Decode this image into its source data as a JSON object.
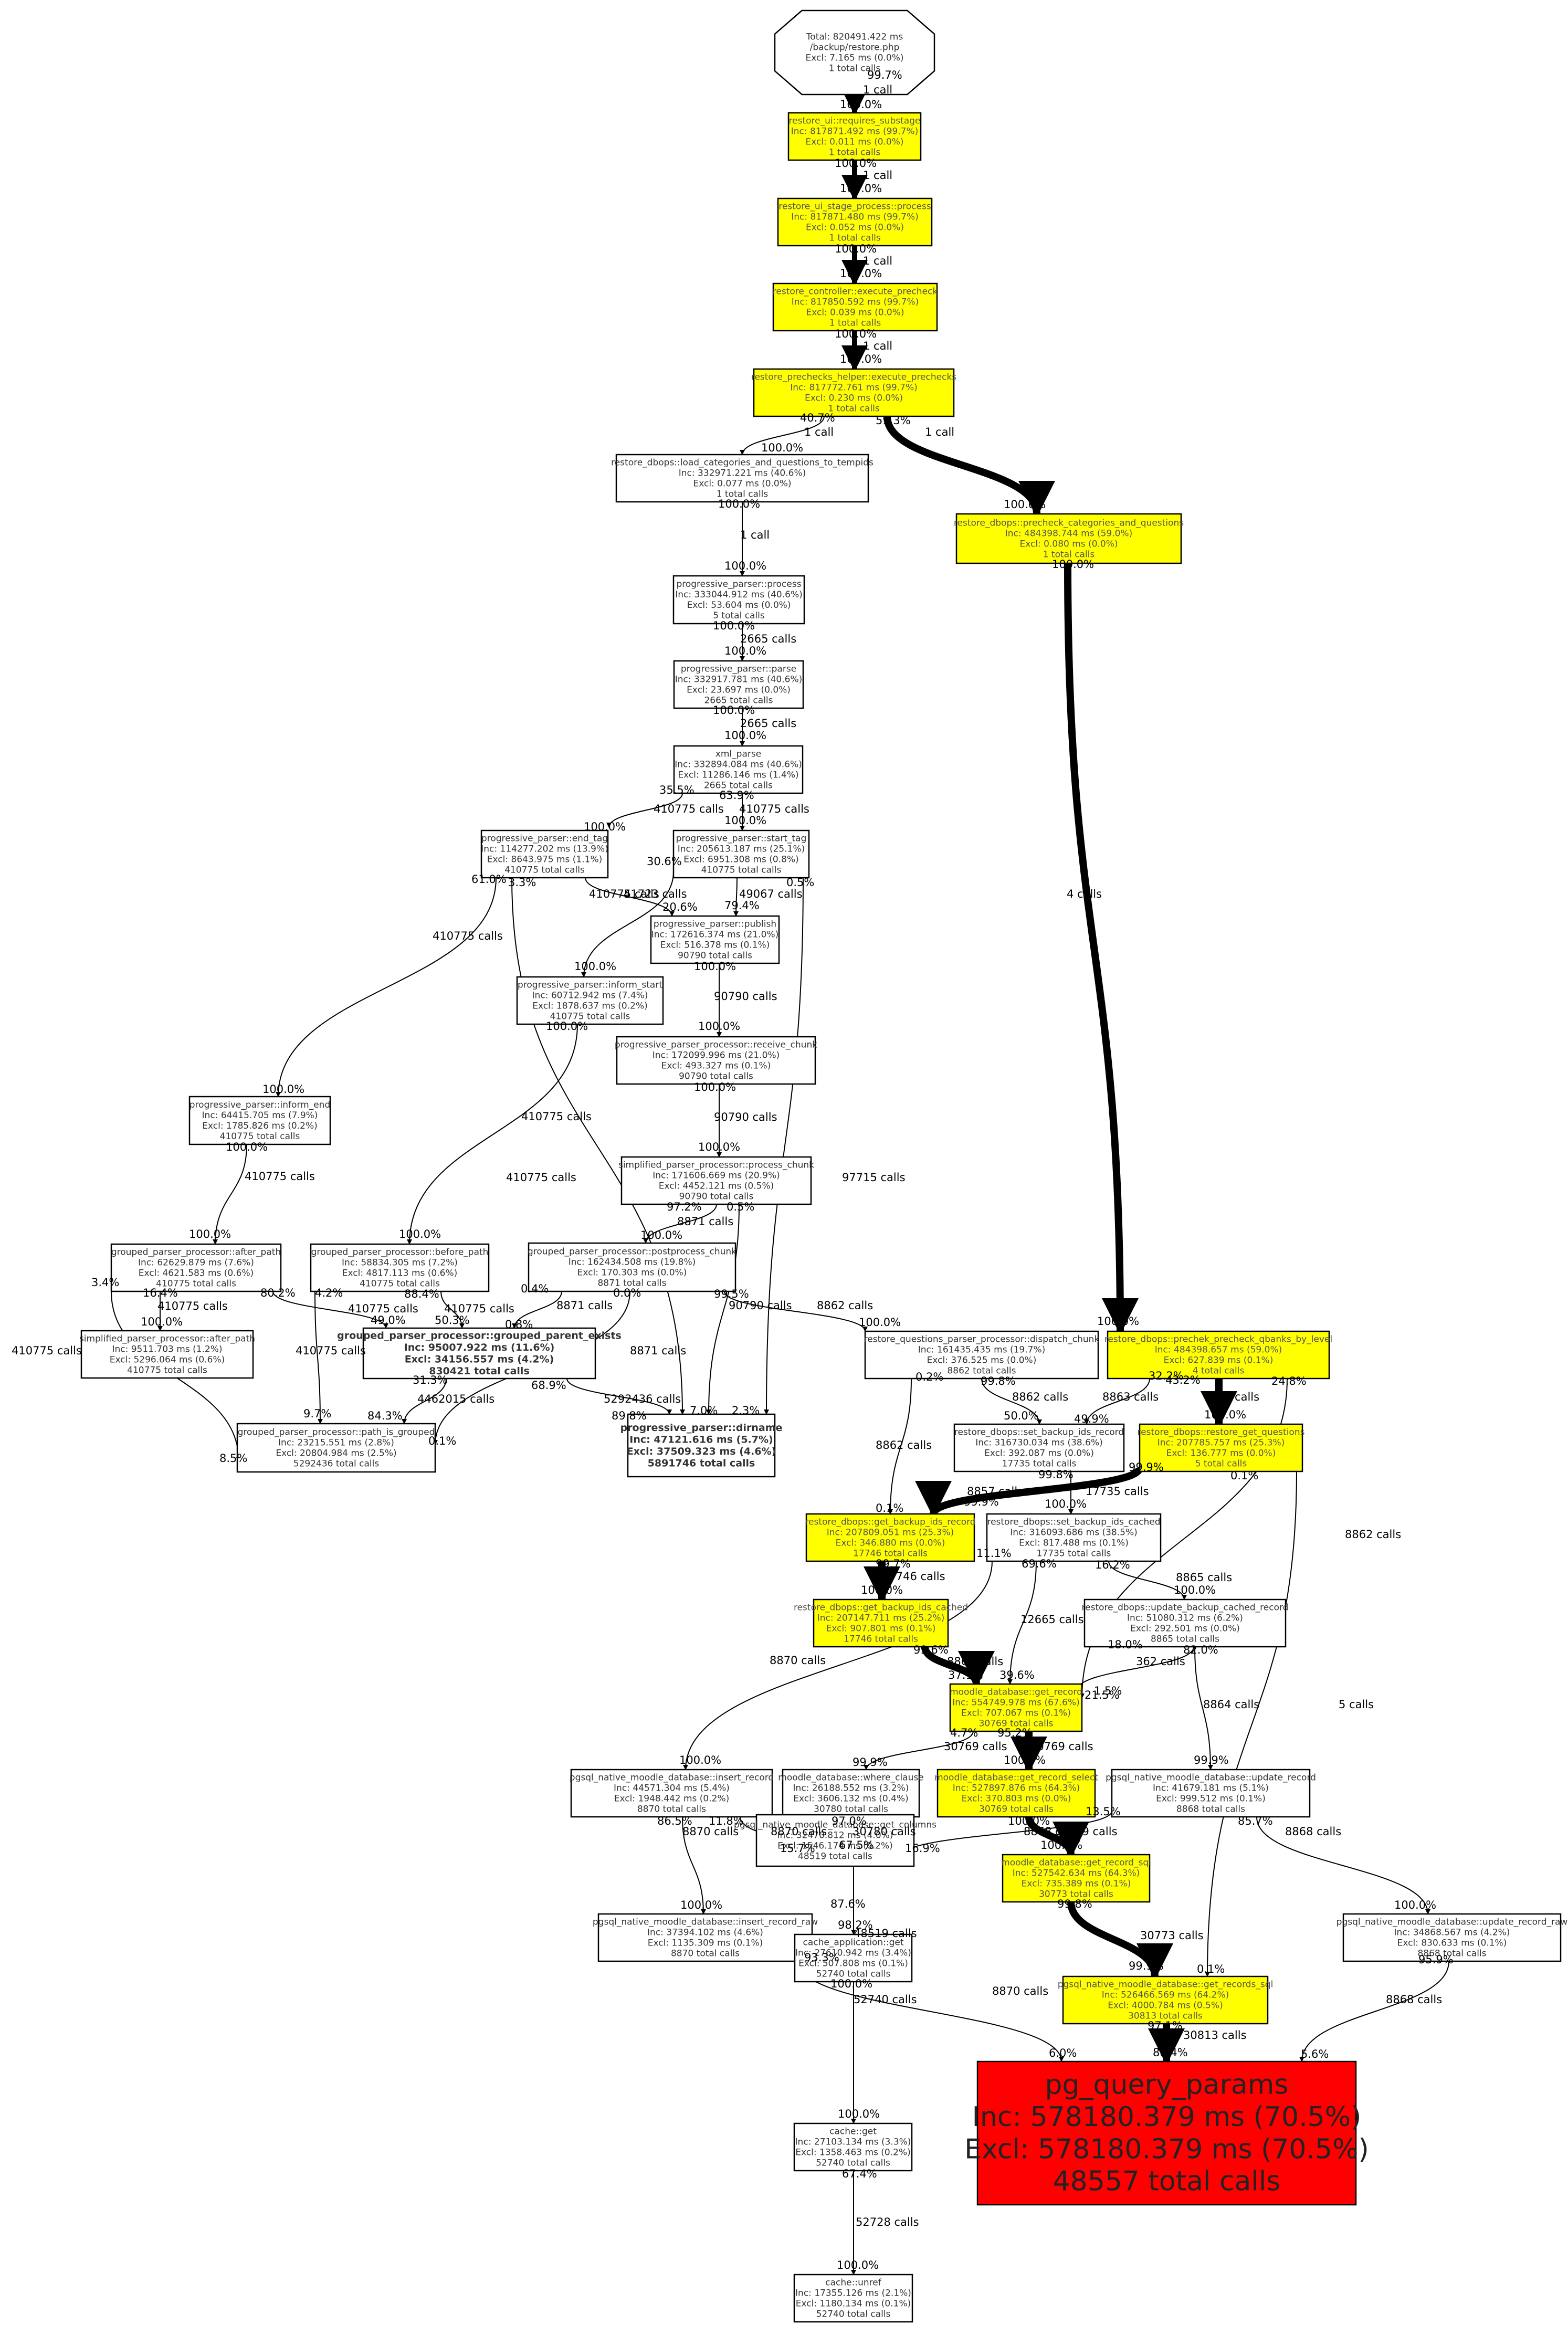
{
  "colors": {
    "hot": "#ffff00",
    "critical": "#ff0000",
    "plain": "#ffffff",
    "line": "#000000"
  },
  "nodes": [
    {
      "id": "root",
      "lines": [
        "Total: 820491.422 ms",
        "/backup/restore.php",
        "Excl: 7.165 ms (0.0%)",
        "1 total calls"
      ]
    },
    {
      "id": "n01",
      "lines": [
        "restore_ui::requires_substage",
        "Inc: 817871.492 ms (99.7%)",
        "Excl: 0.011 ms (0.0%)",
        "1 total calls"
      ]
    },
    {
      "id": "n02",
      "lines": [
        "restore_ui_stage_process::process",
        "Inc: 817871.480 ms (99.7%)",
        "Excl: 0.052 ms (0.0%)",
        "1 total calls"
      ]
    },
    {
      "id": "n03",
      "lines": [
        "restore_controller::execute_precheck",
        "Inc: 817850.592 ms (99.7%)",
        "Excl: 0.039 ms (0.0%)",
        "1 total calls"
      ]
    },
    {
      "id": "n04",
      "lines": [
        "restore_prechecks_helper::execute_prechecks",
        "Inc: 817772.761 ms (99.7%)",
        "Excl: 0.230 ms (0.0%)",
        "1 total calls"
      ]
    },
    {
      "id": "n05",
      "lines": [
        "restore_dbops::load_categories_and_questions_to_tempids",
        "Inc: 332971.221 ms (40.6%)",
        "Excl: 0.077 ms (0.0%)",
        "1 total calls"
      ]
    },
    {
      "id": "n06",
      "lines": [
        "restore_dbops::precheck_categories_and_questions",
        "Inc: 484398.744 ms (59.0%)",
        "Excl: 0.080 ms (0.0%)",
        "1 total calls"
      ]
    },
    {
      "id": "n07",
      "lines": [
        "progressive_parser::process",
        "Inc: 333044.912 ms (40.6%)",
        "Excl: 53.604 ms (0.0%)",
        "5 total calls"
      ]
    },
    {
      "id": "n08",
      "lines": [
        "progressive_parser::parse",
        "Inc: 332917.781 ms (40.6%)",
        "Excl: 23.697 ms (0.0%)",
        "2665 total calls"
      ]
    },
    {
      "id": "n09",
      "lines": [
        "xml_parse",
        "Inc: 332894.084 ms (40.6%)",
        "Excl: 11286.146 ms (1.4%)",
        "2665 total calls"
      ]
    },
    {
      "id": "n10",
      "lines": [
        "progressive_parser::end_tag",
        "Inc: 114277.202 ms (13.9%)",
        "Excl: 8643.975 ms (1.1%)",
        "410775 total calls"
      ]
    },
    {
      "id": "n11",
      "lines": [
        "progressive_parser::start_tag",
        "Inc: 205613.187 ms (25.1%)",
        "Excl: 6951.308 ms (0.8%)",
        "410775 total calls"
      ]
    },
    {
      "id": "n12",
      "lines": [
        "progressive_parser::publish",
        "Inc: 172616.374 ms (21.0%)",
        "Excl: 516.378 ms (0.1%)",
        "90790 total calls"
      ]
    },
    {
      "id": "n13",
      "lines": [
        "progressive_parser::inform_start",
        "Inc: 60712.942 ms (7.4%)",
        "Excl: 1878.637 ms (0.2%)",
        "410775 total calls"
      ]
    },
    {
      "id": "n14",
      "lines": [
        "progressive_parser_processor::receive_chunk",
        "Inc: 172099.996 ms (21.0%)",
        "Excl: 493.327 ms (0.1%)",
        "90790 total calls"
      ]
    },
    {
      "id": "n15",
      "lines": [
        "progressive_parser::inform_end",
        "Inc: 64415.705 ms (7.9%)",
        "Excl: 1785.826 ms (0.2%)",
        "410775 total calls"
      ]
    },
    {
      "id": "n16",
      "lines": [
        "simplified_parser_processor::process_chunk",
        "Inc: 171606.669 ms (20.9%)",
        "Excl: 4452.121 ms (0.5%)",
        "90790 total calls"
      ]
    },
    {
      "id": "n17",
      "lines": [
        "grouped_parser_processor::after_path",
        "Inc: 62629.879 ms (7.6%)",
        "Excl: 4621.583 ms (0.6%)",
        "410775 total calls"
      ]
    },
    {
      "id": "n18",
      "lines": [
        "grouped_parser_processor::before_path",
        "Inc: 58834.305 ms (7.2%)",
        "Excl: 4817.113 ms (0.6%)",
        "410775 total calls"
      ]
    },
    {
      "id": "n19",
      "lines": [
        "grouped_parser_processor::postprocess_chunk",
        "Inc: 162434.508 ms (19.8%)",
        "Excl: 170.303 ms (0.0%)",
        "8871 total calls"
      ]
    },
    {
      "id": "n20",
      "lines": [
        "simplified_parser_processor::after_path",
        "Inc: 9511.703 ms (1.2%)",
        "Excl: 5296.064 ms (0.6%)",
        "410775 total calls"
      ]
    },
    {
      "id": "n21",
      "lines": [
        "grouped_parser_processor::grouped_parent_exists",
        "Inc: 95007.922 ms (11.6%)",
        "Excl: 34156.557 ms (4.2%)",
        "830421 total calls"
      ]
    },
    {
      "id": "n22",
      "lines": [
        "grouped_parser_processor::path_is_grouped",
        "Inc: 23215.551 ms (2.8%)",
        "Excl: 20804.984 ms (2.5%)",
        "5292436 total calls"
      ]
    },
    {
      "id": "n23",
      "lines": [
        "progressive_parser::dirname",
        "Inc: 47121.616 ms (5.7%)",
        "Excl: 37509.323 ms (4.6%)",
        "5891746 total calls"
      ]
    },
    {
      "id": "n24",
      "lines": [
        "restore_questions_parser_processor::dispatch_chunk",
        "Inc: 161435.435 ms (19.7%)",
        "Excl: 376.525 ms (0.0%)",
        "8862 total calls"
      ]
    },
    {
      "id": "n25",
      "lines": [
        "restore_dbops::prechek_precheck_qbanks_by_level",
        "Inc: 484398.657 ms (59.0%)",
        "Excl: 627.839 ms (0.1%)",
        "4 total calls"
      ]
    },
    {
      "id": "n26",
      "lines": [
        "restore_dbops::set_backup_ids_record",
        "Inc: 316730.034 ms (38.6%)",
        "Excl: 392.087 ms (0.0%)",
        "17735 total calls"
      ]
    },
    {
      "id": "n27",
      "lines": [
        "restore_dbops::restore_get_questions",
        "Inc: 207785.757 ms (25.3%)",
        "Excl: 136.777 ms (0.0%)",
        "5 total calls"
      ]
    },
    {
      "id": "n28",
      "lines": [
        "restore_dbops::get_backup_ids_record",
        "Inc: 207809.051 ms (25.3%)",
        "Excl: 346.880 ms (0.0%)",
        "17746 total calls"
      ]
    },
    {
      "id": "n29",
      "lines": [
        "restore_dbops::set_backup_ids_cached",
        "Inc: 316093.686 ms (38.5%)",
        "Excl: 817.488 ms (0.1%)",
        "17735 total calls"
      ]
    },
    {
      "id": "n30",
      "lines": [
        "restore_dbops::get_backup_ids_cached",
        "Inc: 207147.711 ms (25.2%)",
        "Excl: 907.801 ms (0.1%)",
        "17746 total calls"
      ]
    },
    {
      "id": "n31",
      "lines": [
        "restore_dbops::update_backup_cached_record",
        "Inc: 51080.312 ms (6.2%)",
        "Excl: 292.501 ms (0.0%)",
        "8865 total calls"
      ]
    },
    {
      "id": "n32",
      "lines": [
        "moodle_database::get_record",
        "Inc: 554749.978 ms (67.6%)",
        "Excl: 707.067 ms (0.1%)",
        "30769 total calls"
      ]
    },
    {
      "id": "n33",
      "lines": [
        "pgsql_native_moodle_database::insert_record",
        "Inc: 44571.304 ms (5.4%)",
        "Excl: 1948.442 ms (0.2%)",
        "8870 total calls"
      ]
    },
    {
      "id": "n34",
      "lines": [
        "moodle_database::where_clause",
        "Inc: 26188.552 ms (3.2%)",
        "Excl: 3606.132 ms (0.4%)",
        "30780 total calls"
      ]
    },
    {
      "id": "n35",
      "lines": [
        "moodle_database::get_record_select",
        "Inc: 527897.876 ms (64.3%)",
        "Excl: 370.803 ms (0.0%)",
        "30769 total calls"
      ]
    },
    {
      "id": "n36",
      "lines": [
        "pgsql_native_moodle_database::update_record",
        "Inc: 41679.181 ms (5.1%)",
        "Excl: 999.512 ms (0.1%)",
        "8868 total calls"
      ]
    },
    {
      "id": "n37",
      "lines": [
        "pgsql_native_moodle_database::get_columns",
        "Inc: 32470.812 ms (4.0%)",
        "Excl: 1546.174 ms (0.2%)",
        "48519 total calls"
      ]
    },
    {
      "id": "n38",
      "lines": [
        "moodle_database::get_record_sql",
        "Inc: 527542.634 ms (64.3%)",
        "Excl: 735.389 ms (0.1%)",
        "30773 total calls"
      ]
    },
    {
      "id": "n39",
      "lines": [
        "pgsql_native_moodle_database::insert_record_raw",
        "Inc: 37394.102 ms (4.6%)",
        "Excl: 1135.309 ms (0.1%)",
        "8870 total calls"
      ]
    },
    {
      "id": "n40",
      "lines": [
        "pgsql_native_moodle_database::update_record_raw",
        "Inc: 34868.567 ms (4.2%)",
        "Excl: 830.633 ms (0.1%)",
        "8868 total calls"
      ]
    },
    {
      "id": "n41",
      "lines": [
        "cache_application::get",
        "Inc: 27610.942 ms (3.4%)",
        "Excl: 507.808 ms (0.1%)",
        "52740 total calls"
      ]
    },
    {
      "id": "n42",
      "lines": [
        "pgsql_native_moodle_database::get_records_sql",
        "Inc: 526466.569 ms (64.2%)",
        "Excl: 4000.784 ms (0.5%)",
        "30813 total calls"
      ]
    },
    {
      "id": "n43",
      "lines": [
        "pg_query_params",
        "Inc: 578180.379 ms (70.5%)",
        "Excl: 578180.379 ms (70.5%)",
        "48557 total calls"
      ]
    },
    {
      "id": "n44",
      "lines": [
        "cache::get",
        "Inc: 27103.134 ms (3.3%)",
        "Excl: 1358.463 ms (0.2%)",
        "52740 total calls"
      ]
    },
    {
      "id": "n45",
      "lines": [
        "cache::unref",
        "Inc: 17355.126 ms (2.1%)",
        "Excl: 1180.134 ms (0.1%)",
        "52740 total calls"
      ]
    }
  ],
  "labels": [
    {
      "id": "root-n01",
      "c": "1 call",
      "s": "99.7%",
      "t": "100.0%"
    },
    {
      "id": "n01-n02",
      "c": "1 call",
      "s": "100.0%",
      "t": "100.0%"
    },
    {
      "id": "n02-n03",
      "c": "1 call",
      "s": "100.0%",
      "t": "100.0%"
    },
    {
      "id": "n03-n04",
      "c": "1 call",
      "s": "100.0%",
      "t": "100.0%"
    },
    {
      "id": "n04-n05",
      "c": "1 call",
      "s": "40.7%",
      "t": "100.0%"
    },
    {
      "id": "n04-n06",
      "c": "1 call",
      "s": "59.3%",
      "t": "100.0%"
    },
    {
      "id": "n05-n07",
      "c": "1 call",
      "s": "100.0%",
      "t": "100.0%"
    },
    {
      "id": "n07-n08",
      "c": "2665 calls",
      "s": "100.0%",
      "t": "100.0%"
    },
    {
      "id": "n08-n09",
      "c": "2665 calls",
      "s": "100.0%",
      "t": "100.0%"
    },
    {
      "id": "n09-n10",
      "c": "410775 calls",
      "s": "35.5%",
      "t": "100.0%"
    },
    {
      "id": "n09-n11",
      "c": "410775 calls",
      "s": "63.9%",
      "t": "100.0%"
    },
    {
      "id": "n11-n12",
      "c": "49067 calls",
      "s": "",
      "t": "79.4%"
    },
    {
      "id": "n10-n12",
      "c": "41723 calls",
      "s": "",
      "t": "20.6%"
    },
    {
      "id": "n11-n13",
      "c": "410775 calls",
      "s": "30.6%",
      "t": "100.0%"
    },
    {
      "id": "n12-n14",
      "c": "90790 calls",
      "s": "100.0%",
      "t": "100.0%"
    },
    {
      "id": "n10-n15",
      "c": "410775 calls",
      "s": "61.0%",
      "t": "100.0%"
    },
    {
      "id": "n14-n16",
      "c": "90790 calls",
      "s": "100.0%",
      "t": "100.0%"
    },
    {
      "id": "n15-n17",
      "c": "410775 calls",
      "s": "100.0%",
      "t": "100.0%"
    },
    {
      "id": "n13-n18",
      "c": "410775 calls",
      "s": "100.0%",
      "t": "100.0%"
    },
    {
      "id": "n16-n19",
      "c": "8871 calls",
      "s": "97.2%",
      "t": "100.0%"
    },
    {
      "id": "n17-n20",
      "c": "410775 calls",
      "s": "16.4%",
      "t": "100.0%"
    },
    {
      "id": "n18-n21",
      "c": "410775 calls",
      "s": "88.4%",
      "t": "50.3%"
    },
    {
      "id": "n17-n21",
      "c": "410775 calls",
      "s": "80.2%",
      "t": "49.0%"
    },
    {
      "id": "n21-n22",
      "c": "4462015 calls",
      "s": "31.3%",
      "t": "84.3%"
    },
    {
      "id": "n17-n22",
      "c": "410775 calls",
      "s": "3.4%",
      "t": "8.5%"
    },
    {
      "id": "n18-n22",
      "c": "410775 calls",
      "s": "4.2%",
      "t": "9.7%"
    },
    {
      "id": "n21-n23",
      "c": "5292436 calls",
      "s": "68.9%",
      "t": "89.8%"
    },
    {
      "id": "n10-n23",
      "c": "410775 calls",
      "s": "3.3%",
      "t": "7.0%"
    },
    {
      "id": "n11-n23",
      "c": "97715 calls",
      "s": "0.5%",
      "t": "2.3%"
    },
    {
      "id": "n16-n23",
      "c": "90790 calls",
      "s": "0.5%",
      "t": ""
    },
    {
      "id": "n19-n21",
      "c": "8871 calls",
      "s": "0.4%",
      "t": "0.8%"
    },
    {
      "id": "n19-n22",
      "c": "8871 calls",
      "s": "0.0%",
      "t": "0.1%"
    },
    {
      "id": "n19-n24",
      "c": "8862 calls",
      "s": "99.5%",
      "t": "100.0%"
    },
    {
      "id": "n06-n25",
      "c": "4 calls",
      "s": "100.0%",
      "t": "100.0%"
    },
    {
      "id": "n24-n26",
      "c": "8862 calls",
      "s": "99.8%",
      "t": "50.0%"
    },
    {
      "id": "n25-n26",
      "c": "8863 calls",
      "s": "32.2%",
      "t": "49.9%"
    },
    {
      "id": "n25-n27",
      "c": "5 calls",
      "s": "43.2%",
      "t": "100.0%"
    },
    {
      "id": "n24-n28",
      "c": "8862 calls",
      "s": "0.2%",
      "t": "0.1%"
    },
    {
      "id": "n27-n28",
      "c": "8857 calls",
      "s": "99.9%",
      "t": "99.9%"
    },
    {
      "id": "n26-n29",
      "c": "17735 calls",
      "s": "99.8%",
      "t": "100.0%"
    },
    {
      "id": "n28-n30",
      "c": "17746 calls",
      "s": "99.7%",
      "t": "100.0%"
    },
    {
      "id": "n29-n31",
      "c": "8865 calls",
      "s": "16.2%",
      "t": "100.0%"
    },
    {
      "id": "n30-n32",
      "c": "8866 calls",
      "s": "99.6%",
      "t": "37.1%"
    },
    {
      "id": "n29-n32",
      "c": "12665 calls",
      "s": "69.6%",
      "t": "39.6%"
    },
    {
      "id": "n31-n32",
      "c": "362 calls",
      "s": "18.0%",
      "t": "1.5%"
    },
    {
      "id": "n25-n32",
      "c": "8862 calls",
      "s": "24.8%",
      "t": "21.5%"
    },
    {
      "id": "n29-n33",
      "c": "8870 calls",
      "s": "11.1%",
      "t": "100.0%"
    },
    {
      "id": "n32-n34",
      "c": "30769 calls",
      "s": "4.7%",
      "t": "99.9%"
    },
    {
      "id": "n32-n35",
      "c": "30769 calls",
      "s": "95.2%",
      "t": "100.0%"
    },
    {
      "id": "n31-n36",
      "c": "8864 calls",
      "s": "82.0%",
      "t": "99.9%"
    },
    {
      "id": "n33-n37",
      "c": "8870 calls",
      "s": "11.8%",
      "t": "15.7%"
    },
    {
      "id": "n34-n37",
      "c": "30780 calls",
      "s": "97.0%",
      "t": "67.5%"
    },
    {
      "id": "n36-n37",
      "c": "8868 calls",
      "s": "13.5%",
      "t": "16.9%"
    },
    {
      "id": "n35-n38",
      "c": "30769 calls",
      "s": "100.0%",
      "t": "100.0%"
    },
    {
      "id": "n33-n39",
      "c": "8870 calls",
      "s": "86.5%",
      "t": "100.0%"
    },
    {
      "id": "n36-n40",
      "c": "8868 calls",
      "s": "85.7%",
      "t": "100.0%"
    },
    {
      "id": "n37-n41",
      "c": "48519 calls",
      "s": "87.6%",
      "t": "98.2%"
    },
    {
      "id": "n38-n42",
      "c": "30773 calls",
      "s": "99.8%",
      "t": "99.9%"
    },
    {
      "id": "n27-n42",
      "c": "5 calls",
      "s": "0.1%",
      "t": "0.1%"
    },
    {
      "id": "n39-n43",
      "c": "8870 calls",
      "s": "93.3%",
      "t": "6.0%"
    },
    {
      "id": "n42-n43",
      "c": "30813 calls",
      "s": "97.1%",
      "t": "88.4%"
    },
    {
      "id": "n40-n43",
      "c": "8868 calls",
      "s": "95.9%",
      "t": "5.6%"
    },
    {
      "id": "n41-n44",
      "c": "52740 calls",
      "s": "100.0%",
      "t": "100.0%"
    },
    {
      "id": "n44-n45",
      "c": "52728 calls",
      "s": "67.4%",
      "t": "100.0%"
    }
  ]
}
